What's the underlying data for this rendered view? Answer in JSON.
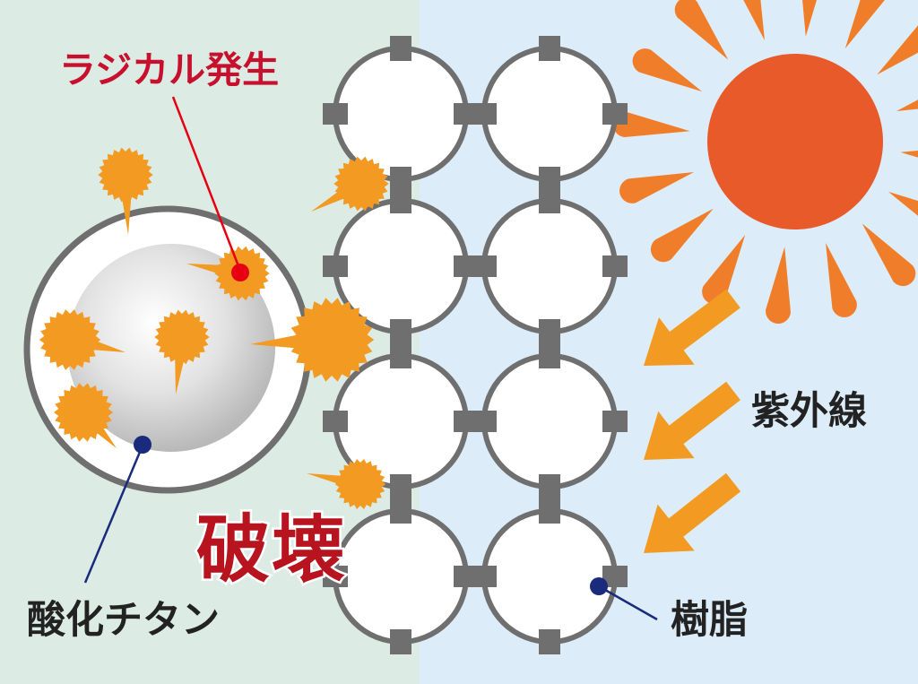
{
  "labels": {
    "radical": "ラジカル発生",
    "uv": "紫外線",
    "titanium": "酸化チタン",
    "resin": "樹脂",
    "destruction": "破壊"
  },
  "colors": {
    "left_background": "#dcece4",
    "right_background": "#dcecf8",
    "sun": "#e95a2a",
    "sun_ray": "#f07d2a",
    "radical": "#f29a22",
    "uv_arrow": "#f29a22",
    "bead_outline": "#6f6f6f",
    "radical_dot": "#e60012",
    "resin_dot": "#1a2a7c",
    "radical_label": "#c8102e",
    "destruction_label": "#b8141f",
    "text": "#222222"
  },
  "icons": {
    "sun": "sun-icon",
    "uv_arrows": "arrow-down-left-icon"
  }
}
